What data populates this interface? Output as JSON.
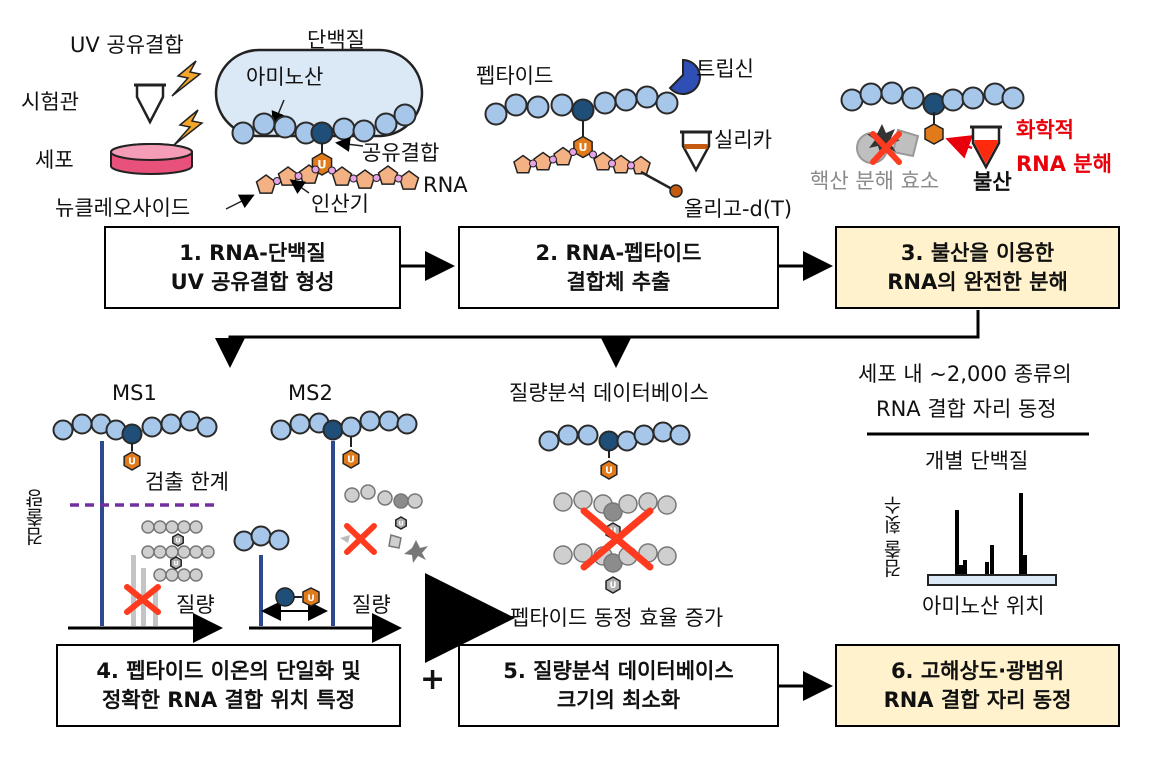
{
  "colors": {
    "bead": "#a7c7ea",
    "bead_dark": "#1f4e79",
    "bead_outline": "#2a2a2a",
    "nucleotide": "#f4b183",
    "uracil": "#e07a1b",
    "trypsin": "#2f4fb5",
    "highlight_box": "#fff2cc",
    "red": "#e8000b",
    "purple_dash": "#7030a0",
    "axis_line": "#2e4a8e",
    "gray_peak": "#bdbdbd"
  },
  "panel1": {
    "uv": "UV 공유결합",
    "test_tube": "시험관",
    "cell": "세포",
    "protein": "단백질",
    "amino_acid": "아미노산",
    "covalent": "공유결합",
    "rna": "RNA",
    "phosphate": "인산기",
    "nucleoside": "뉴클레오사이드",
    "uracil": "U"
  },
  "panel2": {
    "peptide": "펩타이드",
    "trypsin": "트립신",
    "silica": "실리카",
    "oligo": "올리고-d(T)"
  },
  "panel3": {
    "chemical_line1": "화학적",
    "chemical_line2": "RNA 분해",
    "nuclease": "핵산 분해 효소",
    "hf": "불산"
  },
  "steps": {
    "s1_line1": "1. RNA-단백질",
    "s1_line2": "UV 공유결합 형성",
    "s2_line1": "2. RNA-펩타이드",
    "s2_line2": "결합체 추출",
    "s3_line1": "3. 불산을 이용한",
    "s3_line2": "RNA의 완전한 분해",
    "s4_line1": "4. 펩타이드 이온의 단일화 및",
    "s4_line2": "정확한 RNA 결합 위치 특정",
    "s5_line1": "5. 질량분석 데이터베이스",
    "s5_line2": "크기의 최소화",
    "s6_line1": "6. 고해상도·광범위",
    "s6_line2": "RNA 결합 자리 동정",
    "plus": "+"
  },
  "ms": {
    "ms1": "MS1",
    "ms2": "MS2",
    "limit": "검출 한계",
    "ylabel": "검출량",
    "mass1": "질량",
    "mass2": "질량"
  },
  "db": {
    "title": "질량분석 데이터베이스",
    "efficiency": "펩타이드 동정 효율 증가"
  },
  "result": {
    "line1": "세포 내 ~2,000 종류의",
    "line2": "RNA 결합 자리 동정",
    "protein": "개별 단백질",
    "ylabel": "검출 횟수",
    "xlabel": "아미노산 위치"
  }
}
